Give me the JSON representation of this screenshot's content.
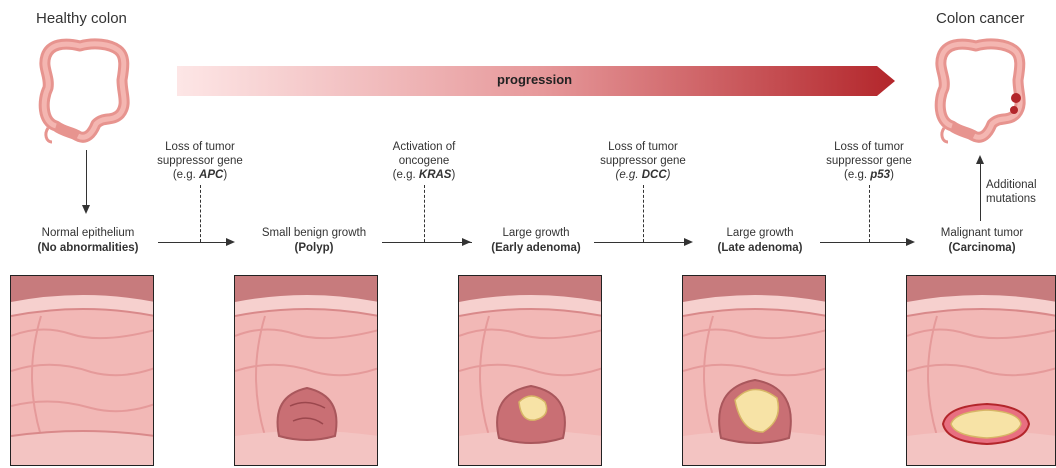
{
  "header": {
    "left_title": "Healthy colon",
    "right_title": "Colon cancer",
    "progression_label": "progression"
  },
  "stages": [
    {
      "line1": "Normal epithelium",
      "line2": "(No abnormalities)"
    },
    {
      "line1": "Small benign growth",
      "line2": "(Polyp)"
    },
    {
      "line1": "Large growth",
      "line2": "(Early adenoma)"
    },
    {
      "line1": "Large growth",
      "line2": "(Late adenoma)"
    },
    {
      "line1": "Malignant tumor",
      "line2": "(Carcinoma)"
    }
  ],
  "mutations": [
    {
      "line1": "Loss of tumor",
      "line2": "suppressor gene",
      "prefix": "(e.g. ",
      "gene": "APC",
      "suffix": ")"
    },
    {
      "line1": "Activation of",
      "line2": "oncogene",
      "prefix": "(e.g. ",
      "gene": "KRAS",
      "suffix": ")"
    },
    {
      "line1": "Loss of tumor",
      "line2": "suppressor gene",
      "prefix": "(e.g. ",
      "gene": "DCC",
      "suffix": ")"
    },
    {
      "line1": "Loss of tumor",
      "line2": "suppressor gene",
      "prefix": "(e.g. ",
      "gene": "p53",
      "suffix": ")"
    }
  ],
  "additional": {
    "line1": "Additional",
    "line2": "mutations"
  }
}
